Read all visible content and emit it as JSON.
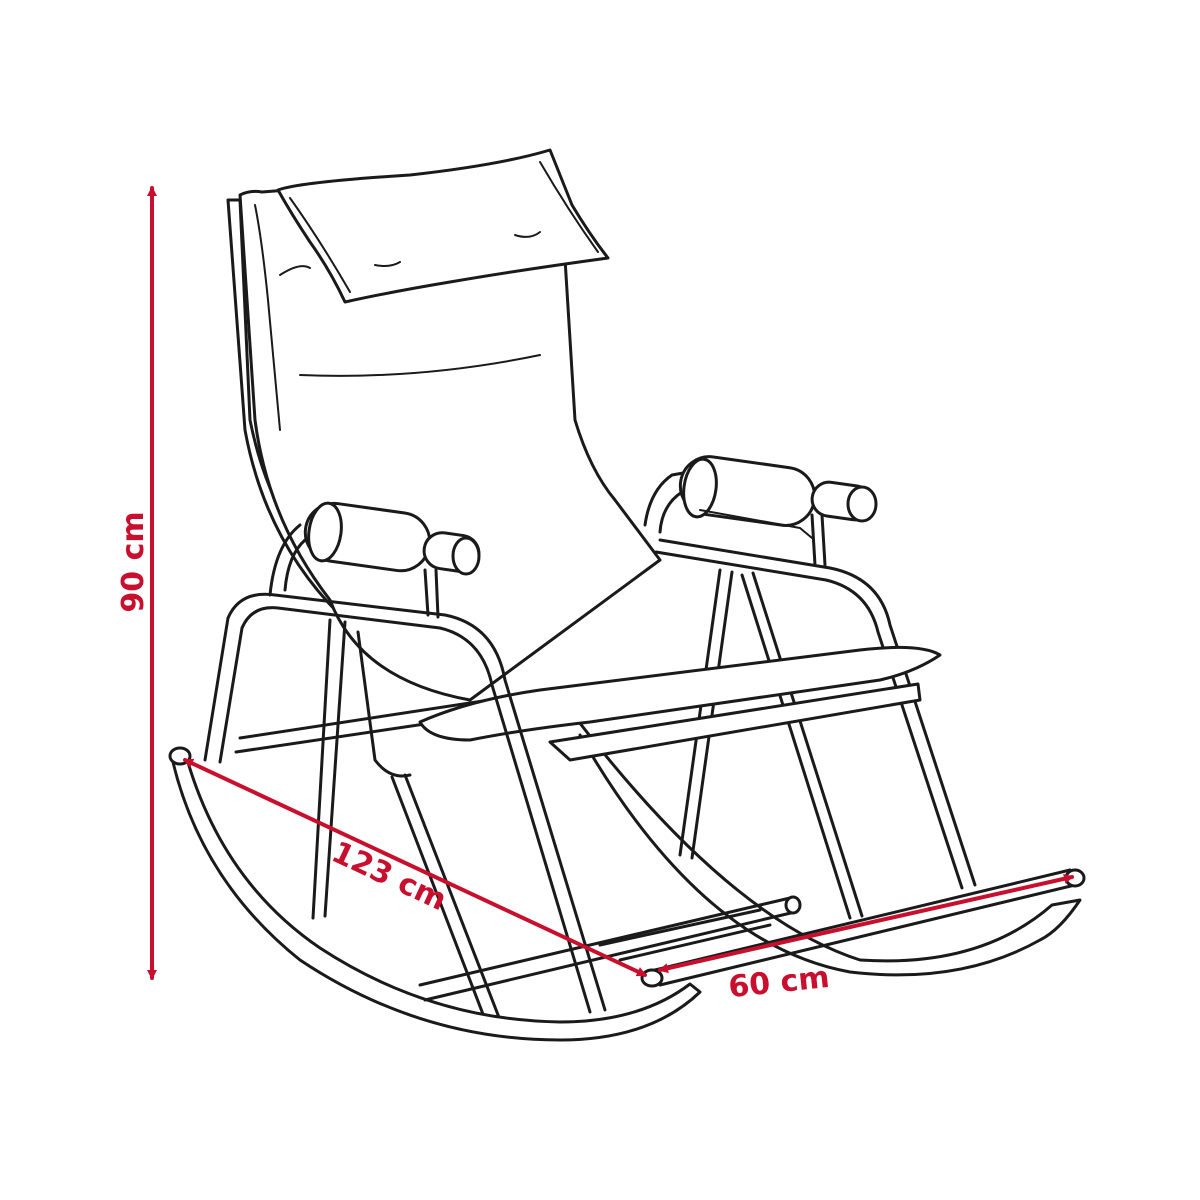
{
  "dimensions": {
    "height": {
      "label": "90 cm"
    },
    "length": {
      "label": "123 cm"
    },
    "width": {
      "label": "60 cm"
    }
  },
  "colors": {
    "accent": "#c8102e",
    "ink": "#1a1a1a",
    "background": "#ffffff"
  }
}
